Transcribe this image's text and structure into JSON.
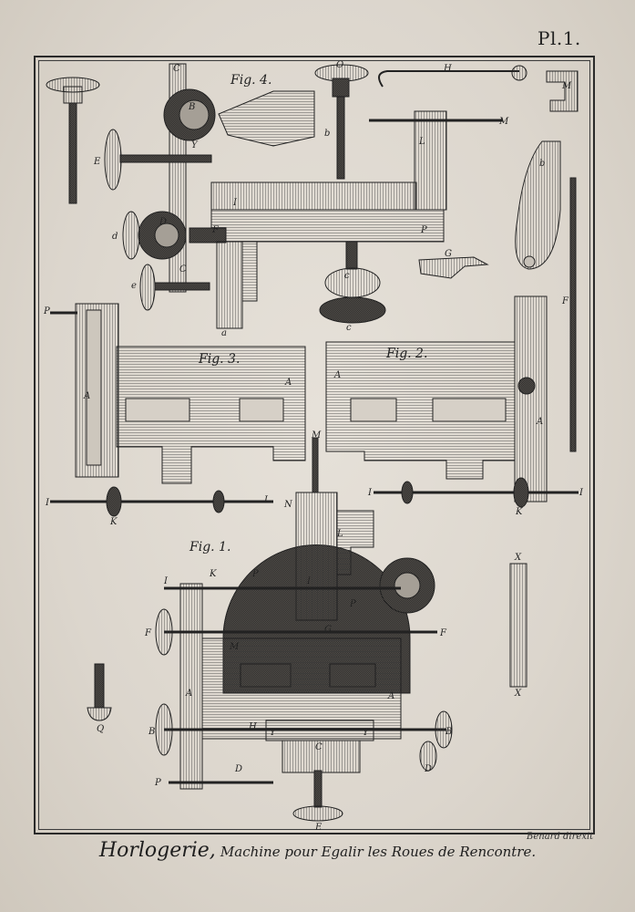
{
  "plate": {
    "number": "Pl.1."
  },
  "caption": {
    "main": "Horlogerie,",
    "sub": "Machine pour Egalir les Roues de Rencontre."
  },
  "engraver": "Benard direxit",
  "figures": {
    "fig1": "Fig. 1.",
    "fig2": "Fig. 2.",
    "fig3": "Fig. 3.",
    "fig4": "Fig. 4."
  },
  "letters": {
    "A": "A",
    "B": "B",
    "C": "C",
    "D": "D",
    "E": "E",
    "F": "F",
    "G": "G",
    "H": "H",
    "I": "I",
    "K": "K",
    "L": "L",
    "M": "M",
    "N": "N",
    "O": "O",
    "P": "P",
    "Q": "Q",
    "X": "X",
    "Y": "Y",
    "a": "a",
    "b": "b",
    "c": "c",
    "d": "d",
    "e": "e"
  }
}
